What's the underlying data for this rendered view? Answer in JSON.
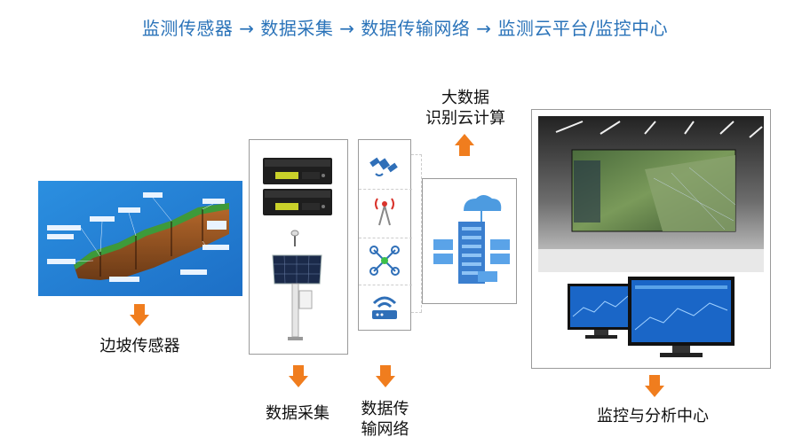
{
  "title": "监测传感器 → 数据采集 → 数据传输网络 → 监测云平台/监控中心",
  "labels": {
    "slope_sensor": "边坡传感器",
    "data_collection": "数据采集",
    "network_line1": "数据传",
    "network_line2": "输网络",
    "bigdata_line1": "大数据",
    "bigdata_line2": "识别云计算",
    "monitor_center": "监控与分析中心"
  },
  "colors": {
    "title_blue": "#2a73b9",
    "arrow_orange": "#f07d1e",
    "icon_blue": "#2f6fb8",
    "box_border": "#9a9a9a"
  },
  "icons": [
    "satellite-icon",
    "radio-antenna-icon",
    "network-nodes-icon",
    "router-icon",
    "cloud-server-icon"
  ]
}
